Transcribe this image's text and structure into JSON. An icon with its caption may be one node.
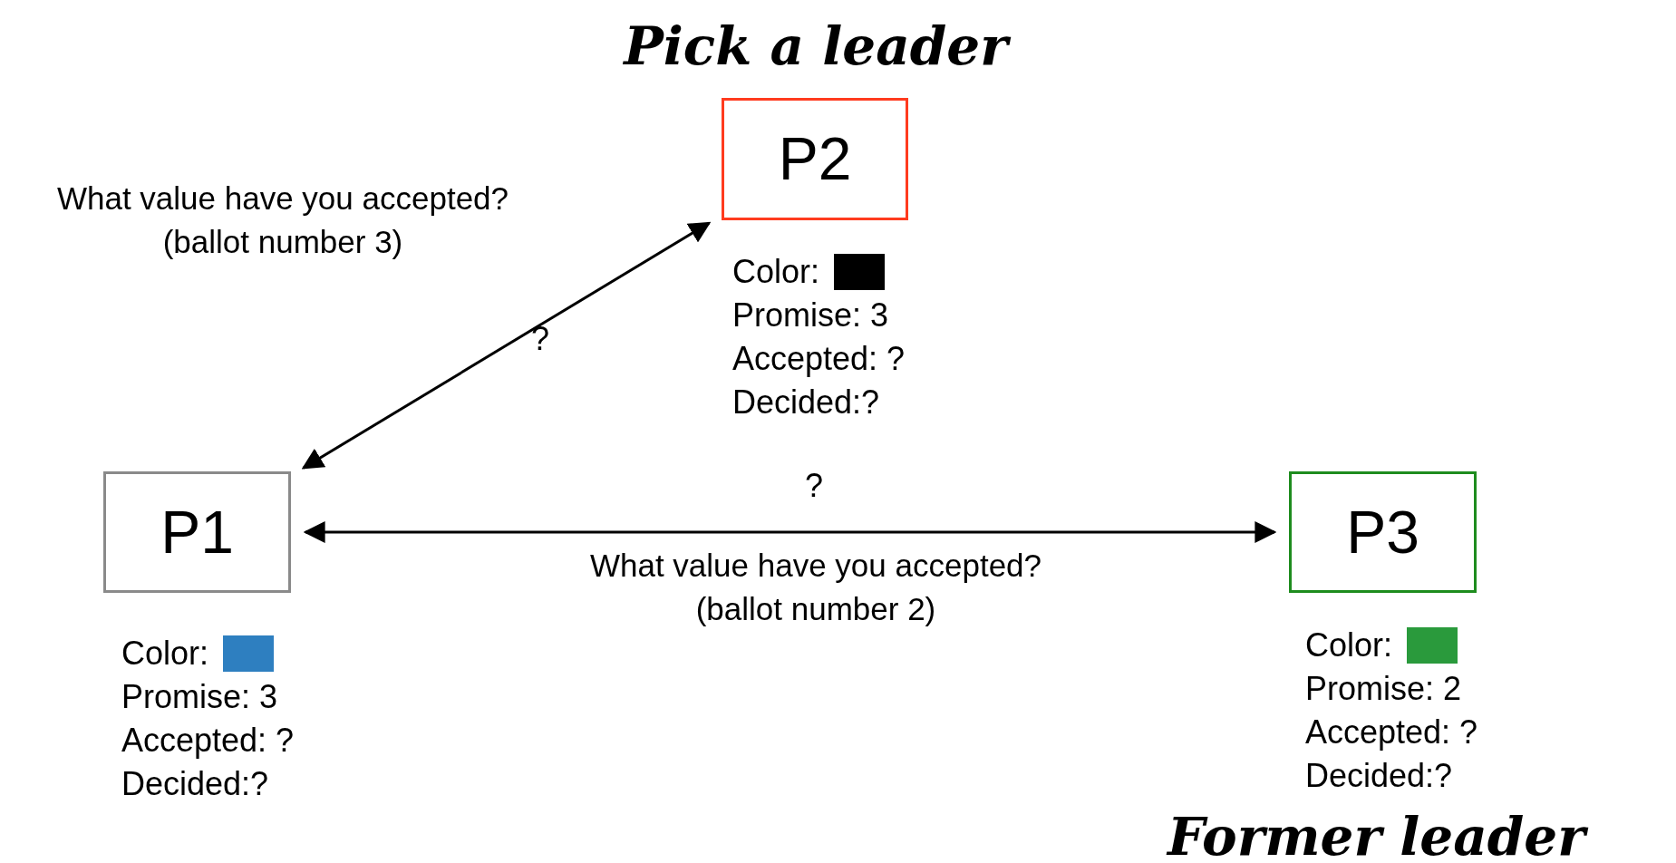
{
  "diagram": {
    "title": "Pick a leader",
    "nodes": [
      {
        "text": [
          "P2"
        ],
        "beside": [
          "Color:",
          "Promise: 3",
          "Accepted: ?",
          "Decided:?"
        ]
      },
      {
        "text": [
          "P1"
        ],
        "beside": [
          "Color:",
          "Promise: 3",
          "Accepted: ?",
          "Decided:?"
        ]
      },
      {
        "text": [
          "P3"
        ],
        "beside": [
          "Color:",
          "Promise: 2",
          "Accepted: ?",
          "Decided:?"
        ]
      }
    ],
    "edges": [
      {
        "from": 1,
        "to": 0,
        "arrow": "both",
        "label": "What value have you accepted? (ballot number 3)"
      },
      {
        "from": 1,
        "to": 2,
        "arrow": "both",
        "label": "What value have you accepted? (ballot number 2)"
      }
    ],
    "labels": [
      "?",
      "?",
      "Former leader"
    ]
  }
}
